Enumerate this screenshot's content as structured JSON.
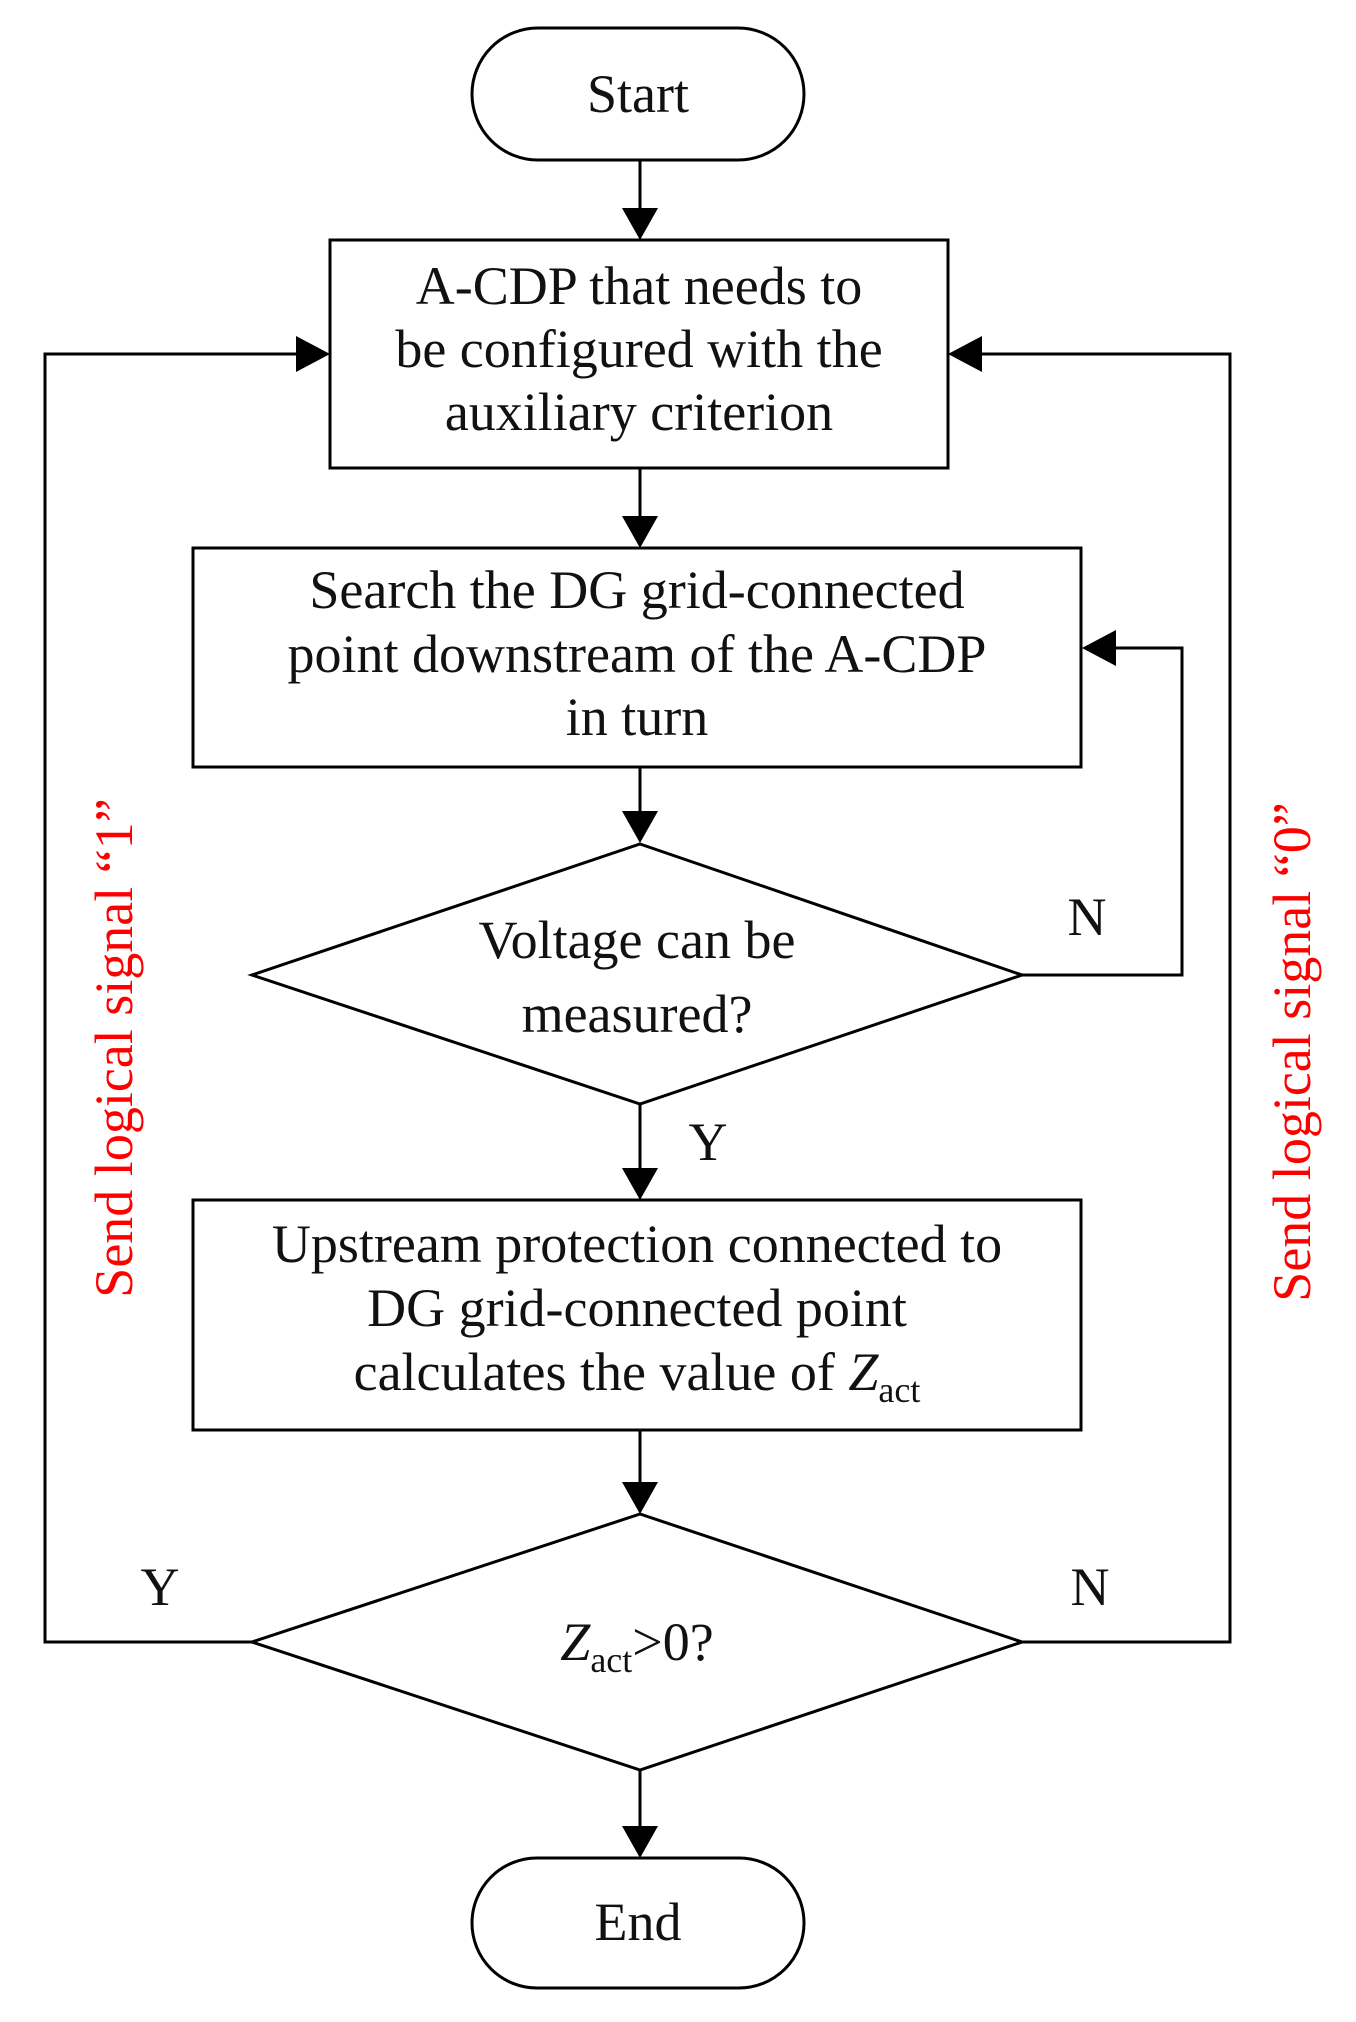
{
  "nodes": {
    "start": "Start",
    "config": [
      "A-CDP that needs to",
      "be configured with the",
      "auxiliary criterion"
    ],
    "search": [
      "Search the DG grid-connected",
      "point downstream of the A-CDP",
      "in turn"
    ],
    "voltage_decision": [
      "Voltage can be",
      "measured?"
    ],
    "upstream": {
      "line1": "Upstream protection connected to",
      "line2": "DG grid-connected point",
      "line3_prefix": "calculates the value of ",
      "z_symbol": "Z",
      "z_sub": "act"
    },
    "z_decision": {
      "z_symbol": "Z",
      "z_sub": "act",
      "suffix": ">0?"
    },
    "end": "End"
  },
  "edge_labels": {
    "voltage_no": "N",
    "voltage_yes": "Y",
    "z_yes": "Y",
    "z_no": "N"
  },
  "side_labels": {
    "left": {
      "text": "Send logical signal ",
      "quote": "“1”"
    },
    "right": {
      "text": "Send logical signal ",
      "quote": "“0”"
    }
  },
  "colors": {
    "side_label": "#ff0000",
    "stroke": "#000000"
  }
}
